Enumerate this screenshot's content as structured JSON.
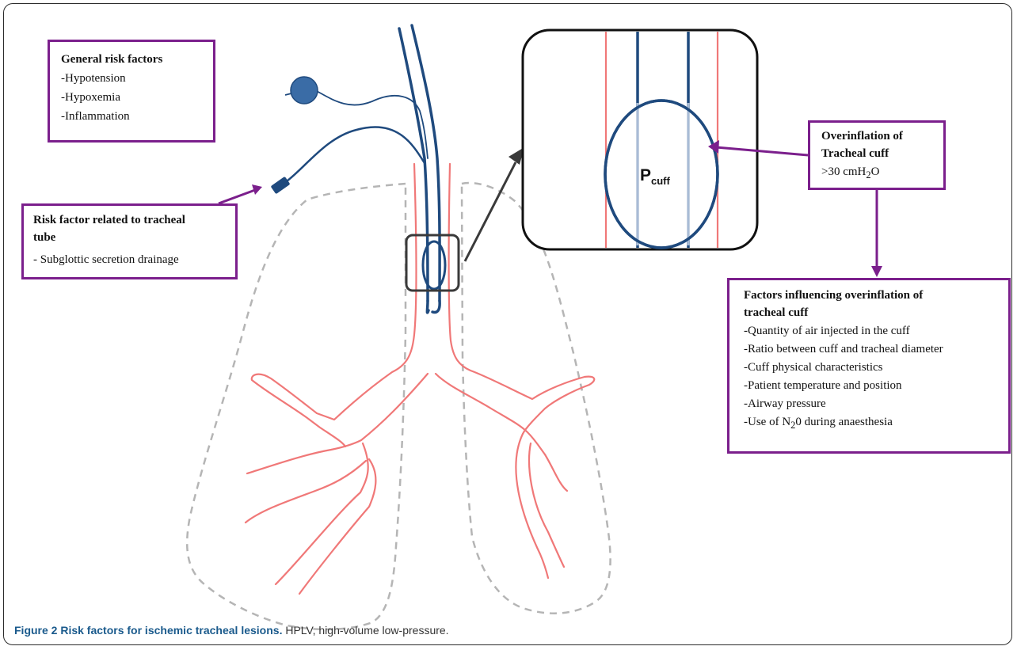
{
  "boxes": {
    "general": {
      "title": "General risk factors",
      "items": [
        "-Hypotension",
        "-Hypoxemia",
        "-Inflammation"
      ]
    },
    "tube": {
      "title_line1": "Risk factor related to tracheal",
      "title_line2": "tube",
      "items": [
        "- Subglottic secretion drainage"
      ]
    },
    "overinflation": {
      "title_line1": "Overinflation of",
      "title_line2": "Tracheal cuff",
      "value_prefix": ">30 cmH",
      "value_sub": "2",
      "value_suffix": "O"
    },
    "factors": {
      "title_line1": "Factors influencing overinflation of",
      "title_line2": "tracheal cuff",
      "items": [
        "-Quantity of air injected in the cuff",
        "-Ratio between cuff and tracheal diameter",
        "-Cuff physical characteristics",
        "-Patient temperature and position",
        "-Airway pressure"
      ],
      "n2o_prefix": "-Use of N",
      "n2o_sub": "2",
      "n2o_suffix": "0 during anaesthesia"
    }
  },
  "pcuff": {
    "main": "P",
    "sub": "cuff"
  },
  "caption": {
    "bold": "Figure 2 Risk factors for ischemic tracheal lesions.",
    "rest": " HPLV, high-volume low-pressure."
  },
  "colors": {
    "purple": "#7b1f8c",
    "tube_blue": "#1f4a7e",
    "airway_pink": "#f07878",
    "lung_outline": "#b5b5b5",
    "zoom_arrow": "#3a3a3a"
  }
}
